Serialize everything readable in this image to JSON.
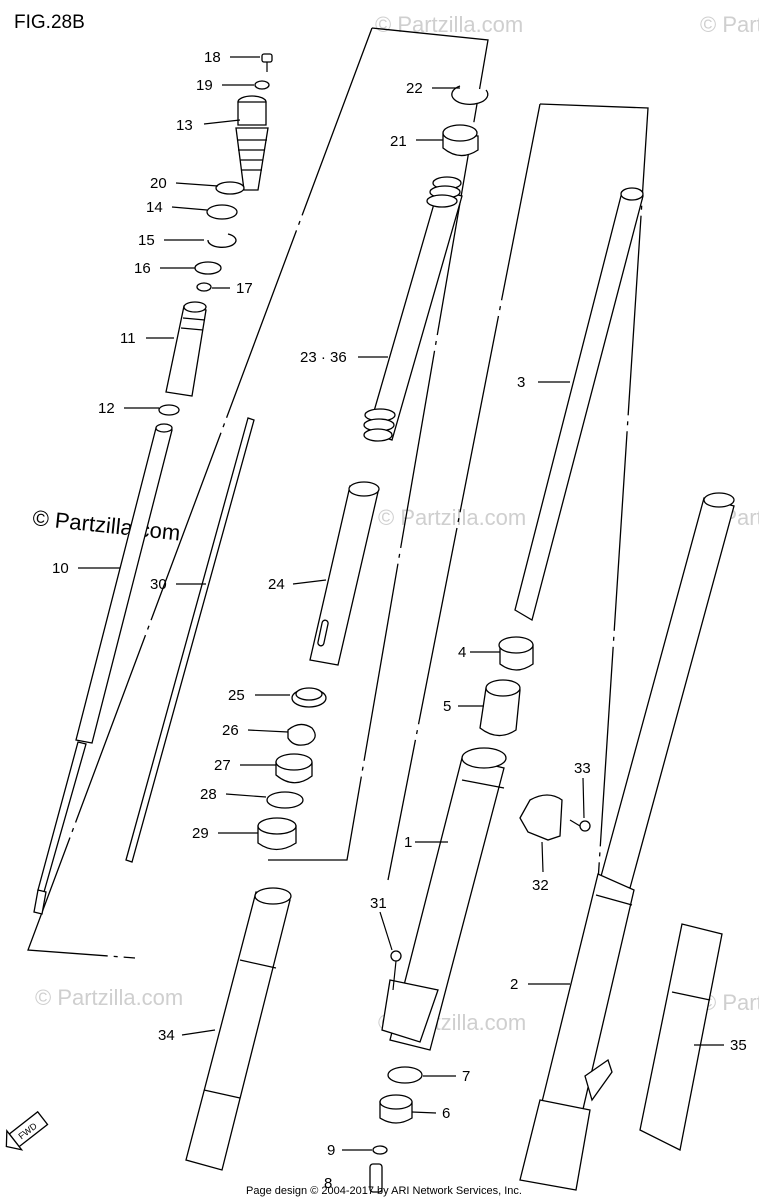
{
  "figure": {
    "title": "FIG.28B"
  },
  "watermark": {
    "main": "© Partzilla.com",
    "faint": "© Partzilla.com"
  },
  "fwd_label": "FWD",
  "labels": {
    "p1": "1",
    "p2": "2",
    "p3": "3",
    "p4": "4",
    "p5": "5",
    "p6": "6",
    "p7": "7",
    "p8": "8",
    "p9": "9",
    "p10": "10",
    "p11": "11",
    "p12": "12",
    "p13": "13",
    "p14": "14",
    "p15": "15",
    "p16": "16",
    "p17": "17",
    "p18": "18",
    "p19": "19",
    "p20": "20",
    "p21": "21",
    "p22": "22",
    "p23_36": "23 · 36",
    "p24": "24",
    "p25": "25",
    "p26": "26",
    "p27": "27",
    "p28": "28",
    "p29": "29",
    "p30": "30",
    "p31": "31",
    "p32": "32",
    "p33": "33",
    "p34": "34",
    "p35": "35"
  },
  "footer": "Page design © 2004-2017 by ARI Network Services, Inc."
}
